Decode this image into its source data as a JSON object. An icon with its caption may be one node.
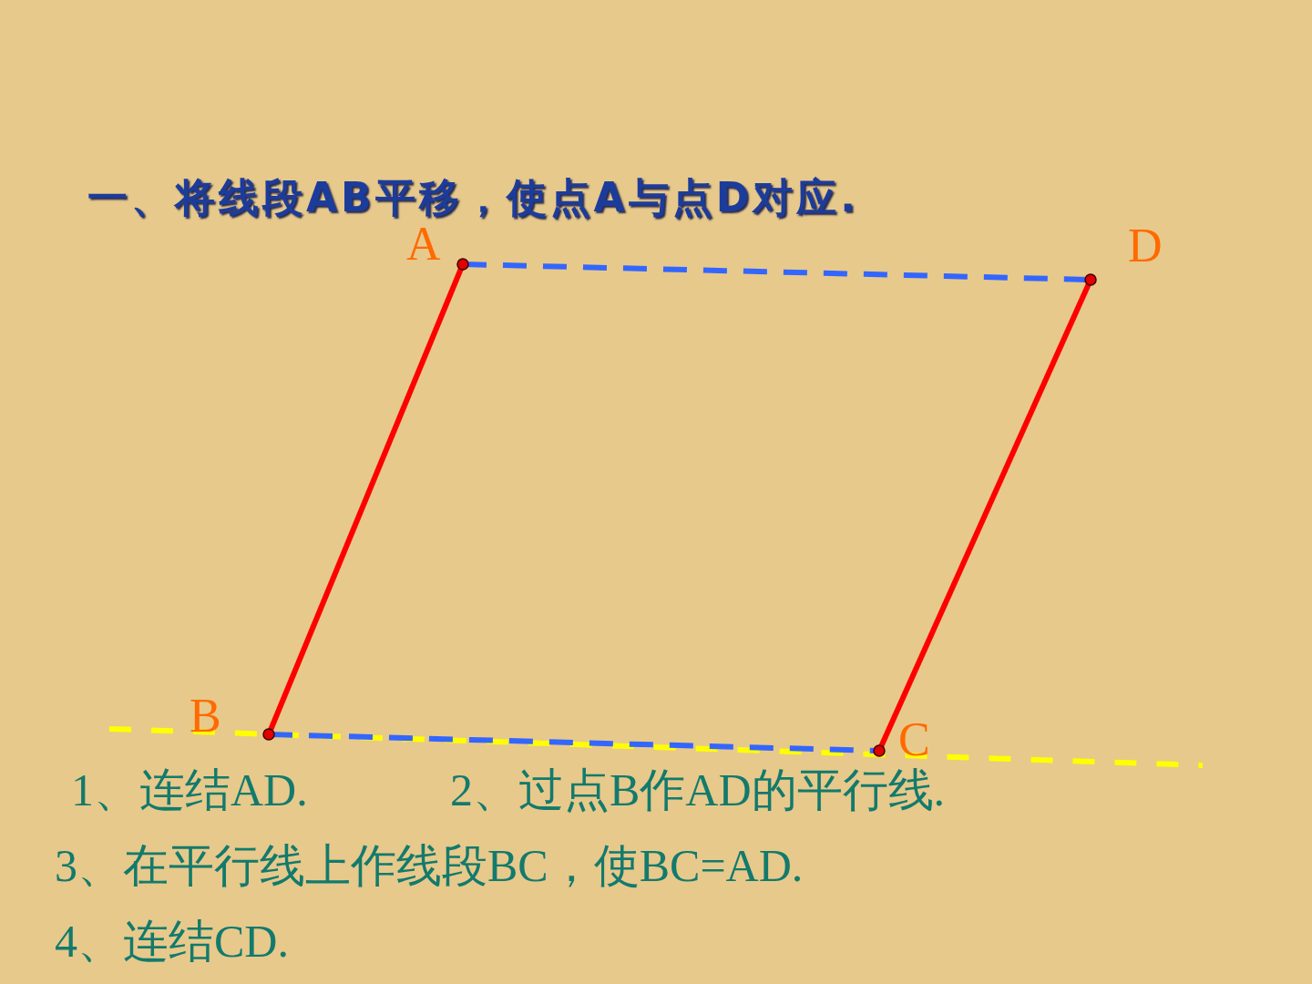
{
  "diagram": {
    "title": "一、将线段AB平移，使点A与点D对应.",
    "nodes": [
      {
        "text": [
          "A"
        ]
      },
      {
        "text": [
          "D"
        ]
      },
      {
        "text": [
          "B"
        ]
      },
      {
        "text": [
          "C"
        ]
      }
    ],
    "edges": [
      {
        "from": 0,
        "to": 2,
        "arrow": "none",
        "color": "#ff0000"
      },
      {
        "from": 1,
        "to": 3,
        "arrow": "none",
        "color": "#ff0000"
      },
      {
        "from": 0,
        "to": 1,
        "arrow": "none",
        "style": "dashed",
        "color": "#3366ff"
      },
      {
        "from": 2,
        "to": 3,
        "arrow": "none",
        "style": "dashed",
        "color": "#3366ff"
      }
    ],
    "labels": [
      "1、连结AD.",
      "2、过点B作AD的平行线.",
      "3、在平行线上作线段BC，使BC=AD.",
      "4、连结CD."
    ]
  }
}
